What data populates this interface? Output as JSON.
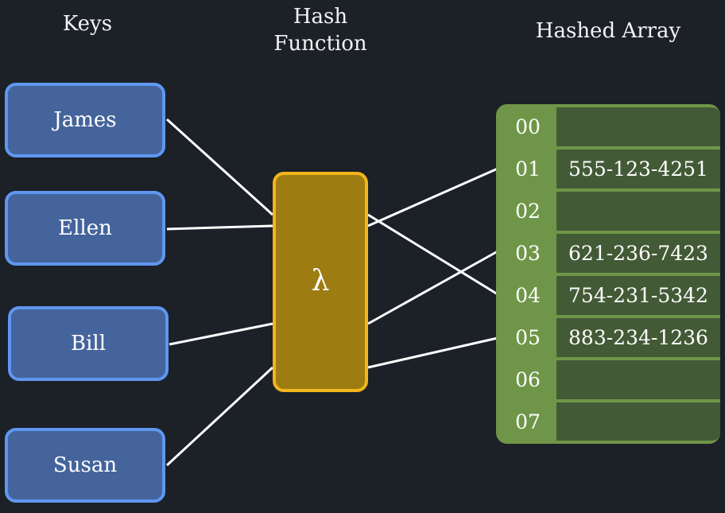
{
  "headings": {
    "keys": "Keys",
    "hash_function": [
      "Hash",
      "Function"
    ],
    "hashed_array": "Hashed Array"
  },
  "keys": [
    "James",
    "Ellen",
    "Bill",
    "Susan"
  ],
  "hash_function": {
    "symbol": "λ"
  },
  "hashed_array": [
    {
      "index": "00",
      "value": ""
    },
    {
      "index": "01",
      "value": "555-123-4251"
    },
    {
      "index": "02",
      "value": ""
    },
    {
      "index": "03",
      "value": "621-236-7423"
    },
    {
      "index": "04",
      "value": "754-231-5342"
    },
    {
      "index": "05",
      "value": "883-234-1236"
    },
    {
      "index": "06",
      "value": ""
    },
    {
      "index": "07",
      "value": ""
    }
  ],
  "mappings": [
    {
      "key": "James",
      "index": "04"
    },
    {
      "key": "Ellen",
      "index": "01"
    },
    {
      "key": "Bill",
      "index": "03"
    },
    {
      "key": "Susan",
      "index": "05"
    }
  ],
  "colors": {
    "background": "#1c2027",
    "key_fill": "#44649b",
    "key_border": "#5f97f0",
    "hash_fill": "#9d7c12",
    "hash_border": "#f2b51b",
    "array_frame": "#6f9648",
    "array_cell": "#435a36",
    "link": "#ffffff"
  }
}
